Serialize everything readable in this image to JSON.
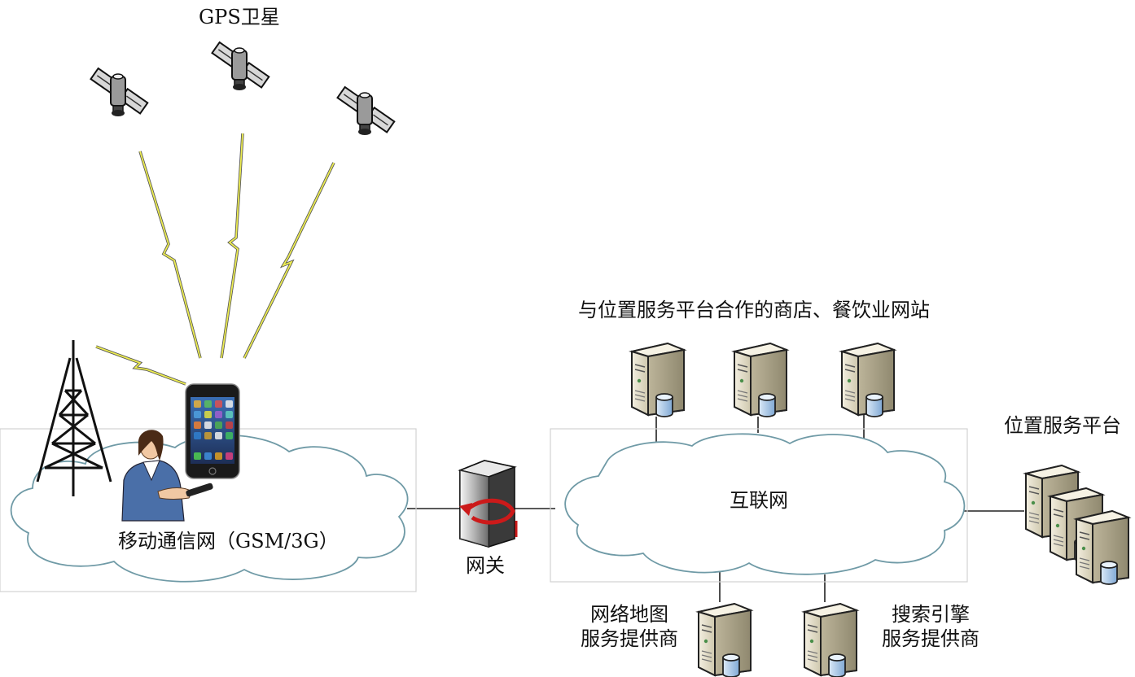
{
  "labels": {
    "gps_satellites": "GPS卫星",
    "mobile_network": "移动通信网（GSM/3G）",
    "gateway": "网关",
    "internet": "互联网",
    "partner_sites": "与位置服务平台合作的商店、餐饮业网站",
    "lbs_platform": "位置服务平台",
    "map_provider_line1": "网络地图",
    "map_provider_line2": "服务提供商",
    "search_provider_line1": "搜索引擎",
    "search_provider_line2": "服务提供商"
  },
  "icons": {
    "satellite": "satellite-icon",
    "tower": "cell-tower-icon",
    "phone": "smartphone-icon",
    "user": "person-icon",
    "gateway": "gateway-firewall-icon",
    "server": "server-icon",
    "cloud": "cloud-icon"
  },
  "colors": {
    "cloud_stroke": "#6f9aa6",
    "cloud_fill": "#ffffff",
    "box_stroke": "#cfcfcf",
    "lightning": "#e8e84a",
    "lightning_edge": "#555555",
    "server_body": "#d9d3bf",
    "server_side": "#b9b29b",
    "db_cylinder": "#a9c8e8",
    "gateway_red": "#cc1a1a"
  }
}
